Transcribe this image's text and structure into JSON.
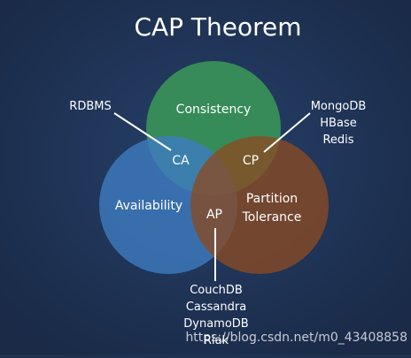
{
  "title": "CAP Theorem",
  "circles": {
    "consistency": {
      "label": "Consistency",
      "color": "#3a9a57"
    },
    "availability": {
      "label": "Availability",
      "color": "#3e7cc0"
    },
    "partition": {
      "label_line1": "Partition",
      "label_line2": "Tolerance",
      "color": "#8a4a22"
    }
  },
  "intersections": {
    "ca": "CA",
    "cp": "CP",
    "ap": "AP"
  },
  "examples": {
    "ca": [
      "RDBMS"
    ],
    "cp": [
      "MongoDB",
      "HBase",
      "Redis"
    ],
    "ap": [
      "CouchDB",
      "Cassandra",
      "DynamoDB",
      "Riak"
    ]
  },
  "watermark": "https://blog.csdn.net/m0_43408858"
}
